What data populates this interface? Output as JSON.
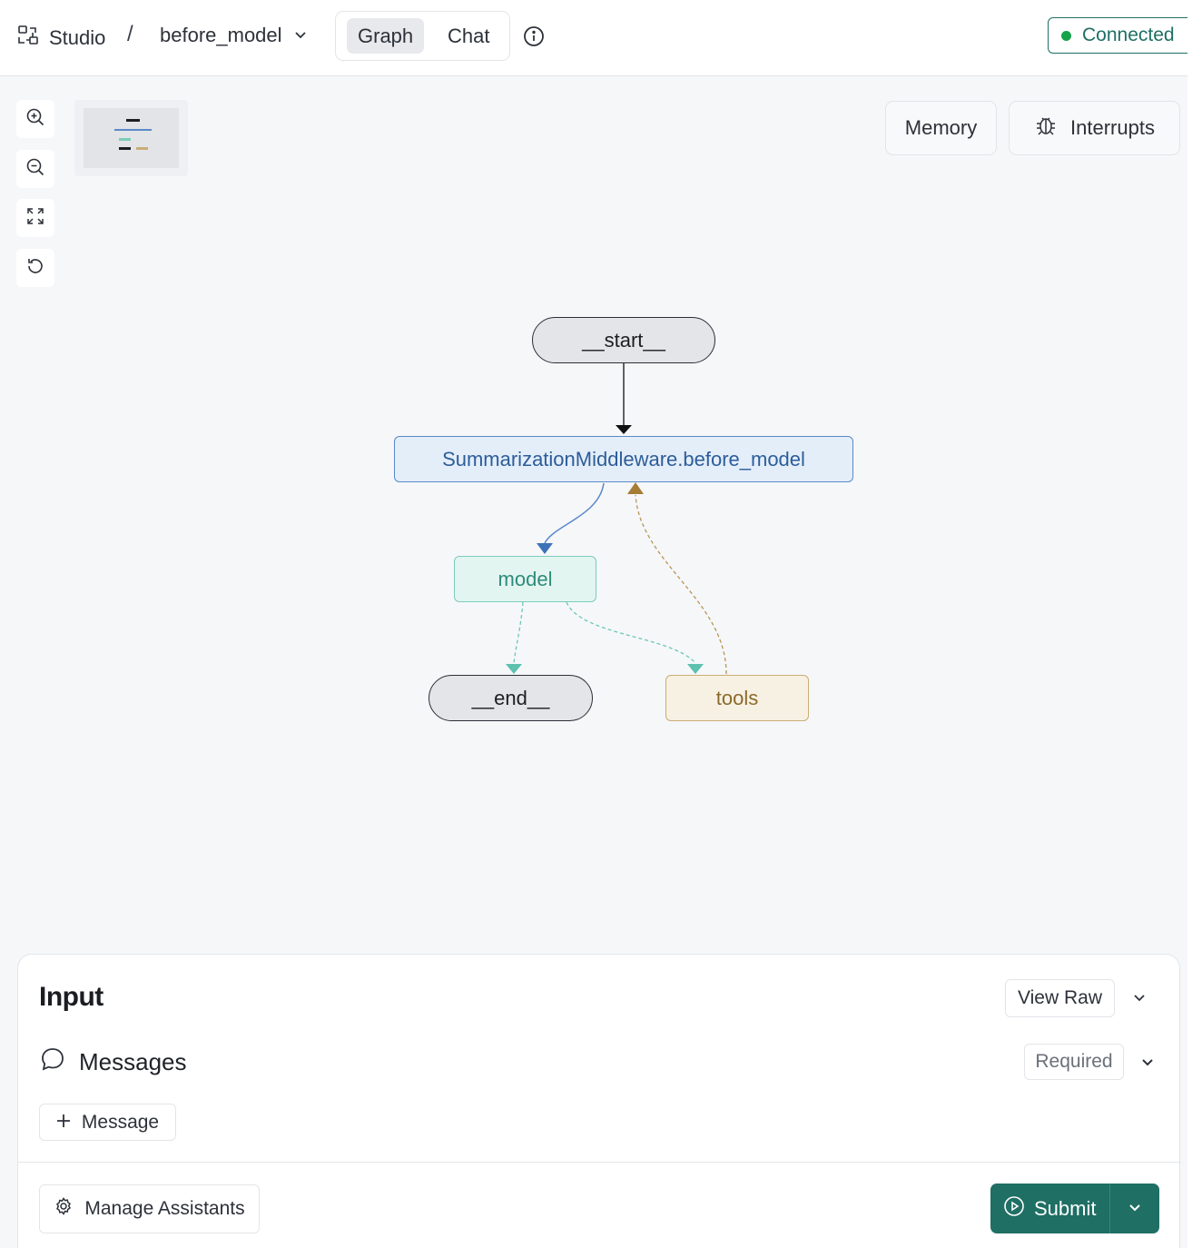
{
  "header": {
    "app_name": "Studio",
    "separator": "/",
    "graph_name": "before_model",
    "tabs": [
      {
        "label": "Graph",
        "active": true
      },
      {
        "label": "Chat",
        "active": false
      }
    ],
    "connection_status": "Connected",
    "connection_color": "#16a34a"
  },
  "canvas": {
    "zoom_controls": [
      {
        "name": "zoom-in-icon"
      },
      {
        "name": "zoom-out-icon"
      },
      {
        "name": "fit-view-icon"
      },
      {
        "name": "reset-icon"
      }
    ],
    "memory_label": "Memory",
    "interrupts_label": "Interrupts"
  },
  "graph": {
    "nodes": [
      {
        "id": "start",
        "label": "__start__",
        "kind": "terminal"
      },
      {
        "id": "before_model",
        "label": "SummarizationMiddleware.before_model",
        "kind": "middleware",
        "color": "#5b89c8"
      },
      {
        "id": "model",
        "label": "model",
        "kind": "model",
        "color": "#7ccdbb"
      },
      {
        "id": "end",
        "label": "__end__",
        "kind": "terminal"
      },
      {
        "id": "tools",
        "label": "tools",
        "kind": "tools",
        "color": "#c9ad76"
      }
    ],
    "edges": [
      {
        "from": "start",
        "to": "before_model",
        "style": "solid"
      },
      {
        "from": "before_model",
        "to": "model",
        "style": "solid"
      },
      {
        "from": "model",
        "to": "end",
        "style": "dashed"
      },
      {
        "from": "model",
        "to": "tools",
        "style": "dashed"
      },
      {
        "from": "tools",
        "to": "before_model",
        "style": "dashed"
      }
    ]
  },
  "input_panel": {
    "title": "Input",
    "view_raw_label": "View Raw",
    "messages_label": "Messages",
    "required_label": "Required",
    "add_message_label": "Message",
    "manage_assistants_label": "Manage Assistants",
    "submit_label": "Submit",
    "accent_color": "#1f6f64"
  }
}
